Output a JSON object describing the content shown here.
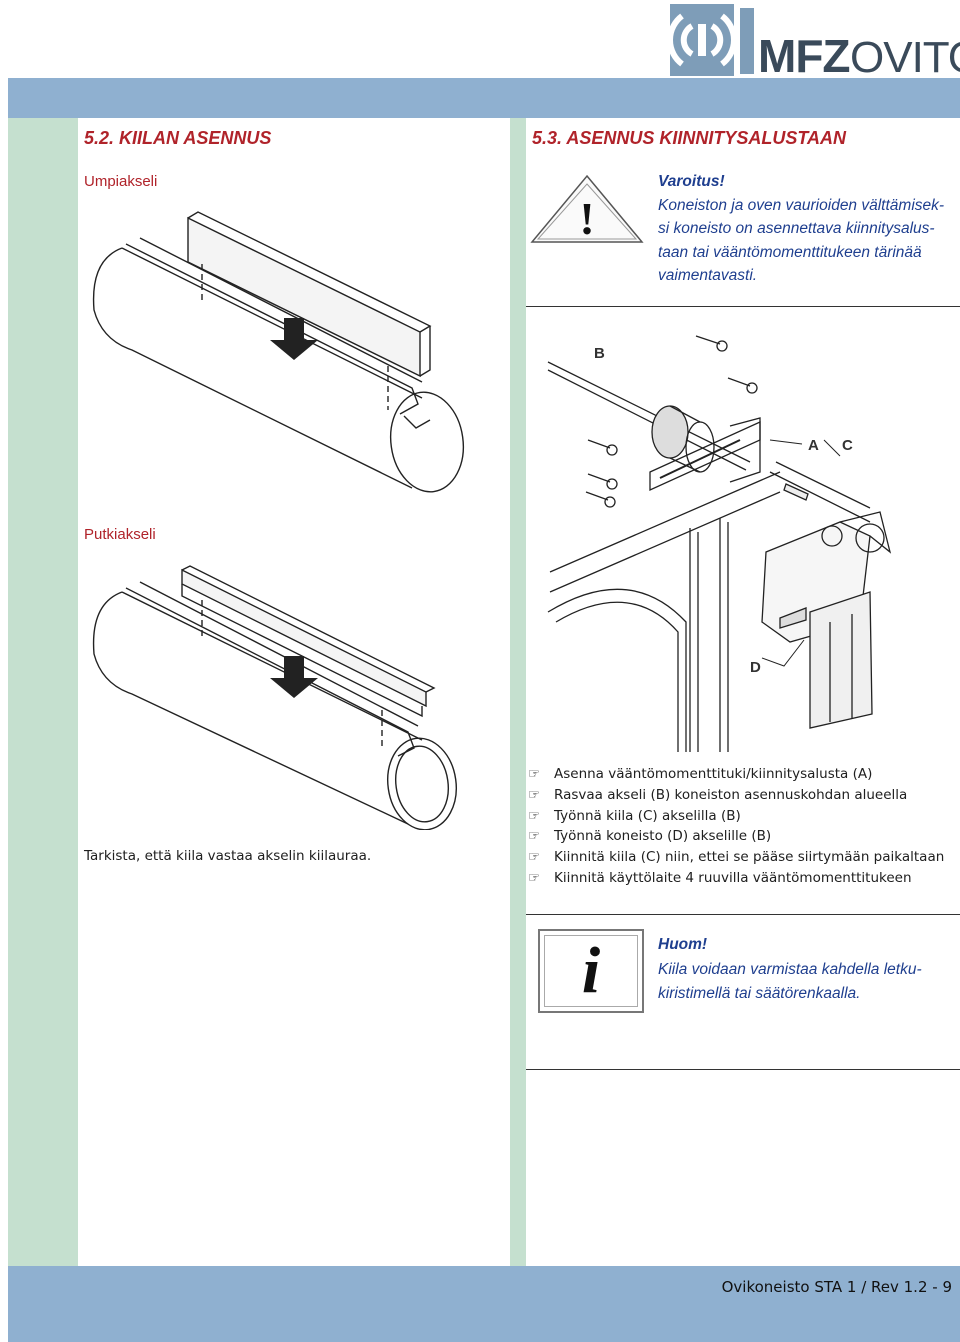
{
  "logo": {
    "text": "MFZOVITOR"
  },
  "left": {
    "heading": "5.2. KIILAN ASENNUS",
    "solid_shaft_label": "Umpiakseli",
    "tube_shaft_label": "Putkiakseli",
    "check_text": "Tarkista, että kiila vastaa akselin kiilauraa."
  },
  "right": {
    "heading": "5.3. ASENNUS KIINNITYSALUSTAAN",
    "warning": {
      "icon": "warning-triangle-icon",
      "title": "Varoitus!",
      "lines": [
        "Koneiston ja oven vaurioiden välttämisek-",
        "si koneisto on asennettava kiinnitysalus-",
        "taan tai vääntömomenttitukeen tärinää",
        "vaimentavasti."
      ]
    },
    "diagram_labels": {
      "b": "B",
      "a": "A",
      "c": "C",
      "d": "D"
    },
    "steps": [
      "Asenna vääntömomenttituki/kiinnitysalusta (A)",
      "Rasvaa akseli (B) koneiston asennuskohdan alueella",
      "Työnnä kiila (C) akselilla (B)",
      "Työnnä koneisto (D) akselille (B)",
      "Kiinnitä kiila (C) niin, ettei se pääse siirtymään paikaltaan",
      "Kiinnitä käyttölaite 4 ruuvilla vääntömomenttitukeen"
    ],
    "note": {
      "icon": "info-icon",
      "title": "Huom!",
      "lines": [
        "Kiila voidaan varmistaa kahdella letku-",
        "kiristimellä tai säätörenkaalla."
      ]
    }
  },
  "footer": {
    "text": "Ovikoneisto STA 1 / Rev 1.2 - 9"
  },
  "colors": {
    "band": "#8fb0d0",
    "column": "#c5e0cf",
    "heading": "#b0232a",
    "note_text": "#1f3f8f"
  }
}
